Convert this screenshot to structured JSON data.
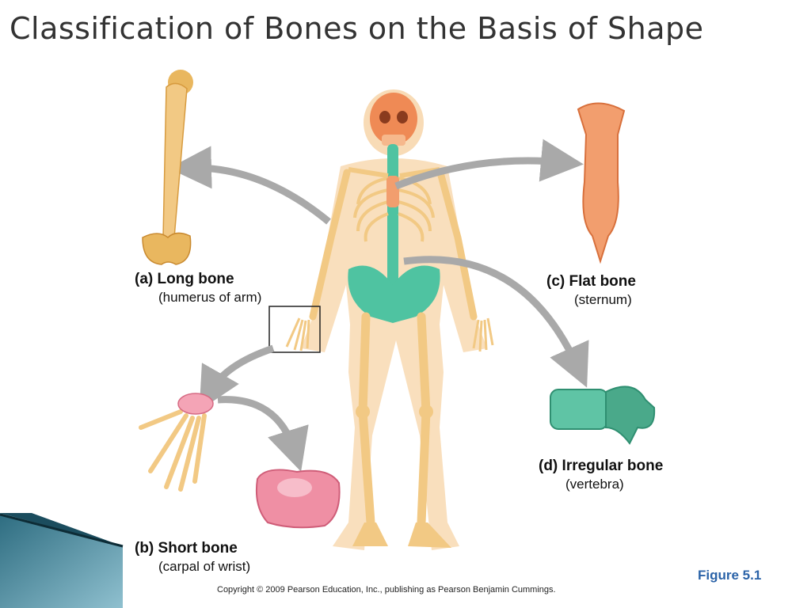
{
  "slide": {
    "title": "Classification of Bones on the Basis of Shape",
    "figure_label": "Figure 5.1",
    "copyright": "Copyright © 2009 Pearson Education, Inc., publishing as Pearson Benjamin Cummings."
  },
  "bones": [
    {
      "letter": "(a)",
      "type": "Long bone",
      "example": "(humerus of arm)",
      "color": "#e9b75f"
    },
    {
      "letter": "(b)",
      "type": "Short bone",
      "example": "(carpal of wrist)",
      "color": "#ef8fa4"
    },
    {
      "letter": "(c)",
      "type": "Flat bone",
      "example": "(sternum)",
      "color": "#f29e6e"
    },
    {
      "letter": "(d)",
      "type": "Irregular bone",
      "example": "(vertebra)",
      "color": "#5fc4a5"
    }
  ],
  "colors": {
    "arrow": "#a9a9a9",
    "skeleton": "#f2c984",
    "body_outline": "#f8dbb6",
    "axial": "#4fc3a1",
    "skull": "#ef8a55",
    "accent_blue": "#2b63a8",
    "corner_teal": "#3b7f94"
  }
}
